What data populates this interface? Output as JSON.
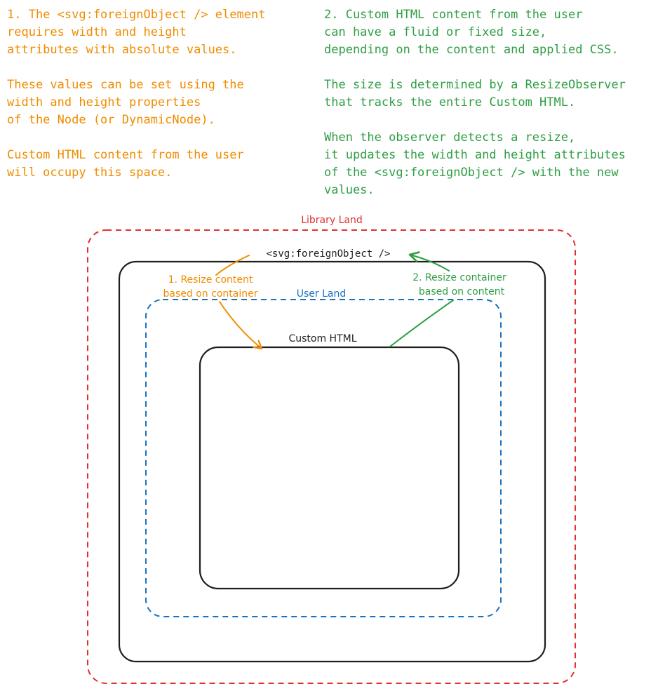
{
  "notes": {
    "left": [
      "1. The <svg:foreignObject /> element",
      "requires width and height",
      "attributes with absolute values.",
      "",
      "These values can be set using the",
      "width and height properties",
      "of the Node (or DynamicNode).",
      "",
      "Custom HTML content from the user",
      "will occupy this space."
    ],
    "right": [
      "2. Custom HTML content from the user",
      "can have a fluid or fixed size,",
      "depending on the content and applied CSS.",
      "",
      "The size is determined by a ResizeObserver",
      "that tracks the entire Custom HTML.",
      "",
      "When the observer detects a resize,",
      "it updates the width and height attributes",
      "of the <svg:foreignObject /> with the new",
      "values."
    ]
  },
  "diagram": {
    "library_land_label": "Library Land",
    "foreign_object_label": "<svg:foreignObject />",
    "user_land_label": "User Land",
    "custom_html_label": "Custom HTML",
    "resize_content_label": [
      "1. Resize content",
      "based on container"
    ],
    "resize_container_label": [
      "2. Resize container",
      "based on content"
    ]
  },
  "colors": {
    "library_land": "#e03131",
    "user_land": "#1971c2",
    "resize_content": "#f08c00",
    "resize_container": "#2f9e44",
    "stroke": "#1e1e1e"
  }
}
